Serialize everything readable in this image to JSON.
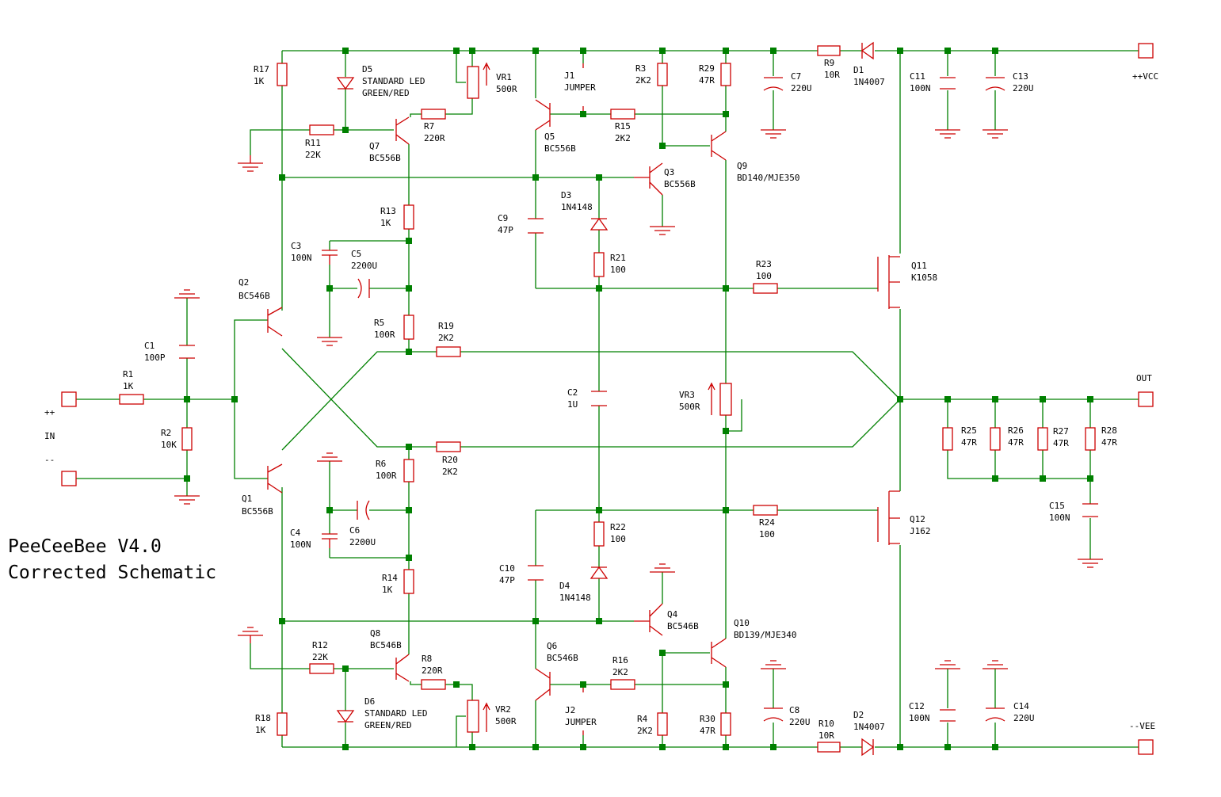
{
  "title": {
    "line1": "PeeCeeBee V4.0",
    "line2": "Corrected Schematic"
  },
  "colors": {
    "wire": "#008000",
    "component": "#cc0000",
    "text": "#000000",
    "background": "#ffffff"
  },
  "ports": {
    "in_plus": "++",
    "in": "IN",
    "in_minus": "--",
    "vcc": "++VCC",
    "out": "OUT",
    "vee": "--VEE"
  },
  "labels": {
    "R17": "R17",
    "R17v": "1K",
    "R18": "R18",
    "R18v": "1K",
    "D5": "D5",
    "D5v1": "STANDARD LED",
    "D5v2": "GREEN/RED",
    "D6": "D6",
    "D6v1": "STANDARD LED",
    "D6v2": "GREEN/RED",
    "VR1": "VR1",
    "VR1v": "500R",
    "VR2": "VR2",
    "VR2v": "500R",
    "VR3": "VR3",
    "VR3v": "500R",
    "J1": "J1",
    "J1v": "JUMPER",
    "J2": "J2",
    "J2v": "JUMPER",
    "R3": "R3",
    "R3v": "2K2",
    "R4": "R4",
    "R4v": "2K2",
    "R29": "R29",
    "R29v": "47R",
    "R30": "R30",
    "R30v": "47R",
    "C7": "C7",
    "C7v": "220U",
    "C8": "C8",
    "C8v": "220U",
    "R9": "R9",
    "R9v": "10R",
    "R10": "R10",
    "R10v": "10R",
    "D1": "D1",
    "D1v": "1N4007",
    "D2": "D2",
    "D2v": "1N4007",
    "C11": "C11",
    "C11v": "100N",
    "C12": "C12",
    "C12v": "100N",
    "C13": "C13",
    "C13v": "220U",
    "C14": "C14",
    "C14v": "220U",
    "R11": "R11",
    "R11v": "22K",
    "R12": "R12",
    "R12v": "22K",
    "R7": "R7",
    "R7v": "220R",
    "R8": "R8",
    "R8v": "220R",
    "Q7": "Q7",
    "Q7v": "BC556B",
    "Q8": "Q8",
    "Q8v": "BC546B",
    "Q5": "Q5",
    "Q5v": "BC556B",
    "Q6": "Q6",
    "Q6v": "BC546B",
    "R15": "R15",
    "R15v": "2K2",
    "R16": "R16",
    "R16v": "2K2",
    "Q3": "Q3",
    "Q3v": "BC556B",
    "Q4": "Q4",
    "Q4v": "BC546B",
    "Q9": "Q9",
    "Q9v": "BD140/MJE350",
    "Q10": "Q10",
    "Q10v": "BD139/MJE340",
    "D3": "D3",
    "D3v": "1N4148",
    "D4": "D4",
    "D4v": "1N4148",
    "R13": "R13",
    "R13v": "1K",
    "R14": "R14",
    "R14v": "1K",
    "C9": "C9",
    "C9v": "47P",
    "C10": "C10",
    "C10v": "47P",
    "R21": "R21",
    "R21v": "100",
    "R22": "R22",
    "R22v": "100",
    "C3": "C3",
    "C3v": "100N",
    "C4": "C4",
    "C4v": "100N",
    "C5": "C5",
    "C5v": "2200U",
    "C6": "C6",
    "C6v": "2200U",
    "R23": "R23",
    "R23v": "100",
    "R24": "R24",
    "R24v": "100",
    "Q11": "Q11",
    "Q11v": "K1058",
    "Q12": "Q12",
    "Q12v": "J162",
    "Q2": "Q2",
    "Q2v": "BC546B",
    "Q1": "Q1",
    "Q1v": "BC556B",
    "R5": "R5",
    "R5v": "100R",
    "R6": "R6",
    "R6v": "100R",
    "R19": "R19",
    "R19v": "2K2",
    "R20": "R20",
    "R20v": "2K2",
    "C1": "C1",
    "C1v": "100P",
    "R1": "R1",
    "R1v": "1K",
    "R2": "R2",
    "R2v": "10K",
    "C2": "C2",
    "C2v": "1U",
    "R25": "R25",
    "R25v": "47R",
    "R26": "R26",
    "R26v": "47R",
    "R27": "R27",
    "R27v": "47R",
    "R28": "R28",
    "R28v": "47R",
    "C15": "C15",
    "C15v": "100N"
  }
}
